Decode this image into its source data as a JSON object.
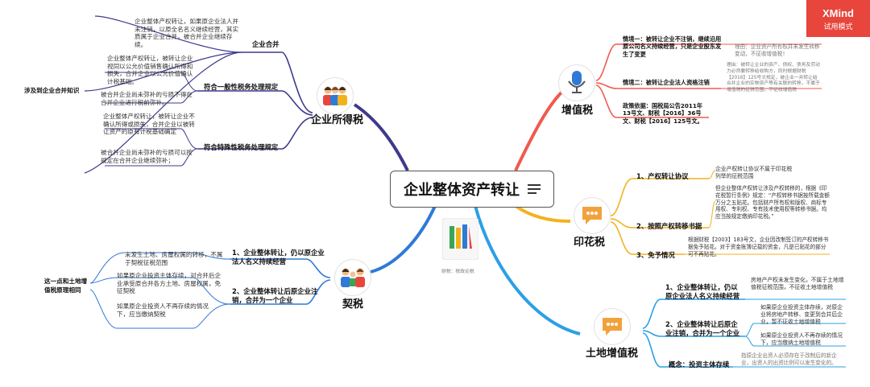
{
  "central": {
    "title": "企业整体资产转让"
  },
  "badge": {
    "brand": "XMind",
    "mode": "试用模式"
  },
  "corp_income_tax": {
    "title": "企业所得税",
    "root_label": "涉及到企业合并知识",
    "merger": {
      "label": "企业合并",
      "note": "企业整体产权转让，如果原企业法人并未注销，以原全名名义继续经营，其实质属于企业合并，被合并企业继续存续。"
    },
    "general": {
      "label": "符合一般性税务处理规定",
      "note1": "企业整体产权转让，被转让企业视同以公允价值销售确认所得和损失，合并企业以公允价值确认计税基础。",
      "note2": "被合并企业尚未弥补的亏损不得在合并企业进行税前弥补。"
    },
    "special": {
      "label": "符合特殊性税务处理规定",
      "note1": "企业整体产权转让，被转让企业不确认所得或损失，合并企业以被转让资产的原有计税基础确定",
      "note2": "被合并企业尚未弥补的亏损可以按规定在合并企业继续弥补；"
    }
  },
  "deed_tax": {
    "title": "契税",
    "root_label": "这一点和土地增值税原理相同",
    "case1": {
      "label": "1、企业整体转让，仍以原企业法人名义持续经营",
      "note": "未发生土地、房屋权属的转移，不属于契税征税范围"
    },
    "case2": {
      "label": "2、企业整体转让后原企业注销，合并为一个企业",
      "note1": "如果原企业投资主体存续，对合并后企业承受原合并各方土地、房屋权属，免征契税",
      "note2": "如果原企业投资人不再存续的情况下，应当缴纳契税"
    }
  },
  "vat": {
    "title": "增值税",
    "situation1": {
      "label": "情境一：被转让企业不注销，继续沿用原公司名义持续经营，只是企业股东发生了变更",
      "note": "理由：企业资产所有权并未发生转移变动，不征收增值税！"
    },
    "situation2": {
      "label": "情境二：被转让企业法人资格注销",
      "note": "理由：被转让企业的资产、债权、债务及劳动力必然要转移给收购方，同时根据财税【2016】125号文规定，被企业一并转让给合并企业的实物资产等有关联的转移，不属于增值税的征税范围，不征收增值税"
    },
    "policy": {
      "label": "政策依据：国税局公告2011年13号文、财税【2016】36号文、财税【2016】125号文。"
    }
  },
  "stamp_tax": {
    "title": "印花税",
    "item1": {
      "label": "1、产权转让协议",
      "note": "企业产权转让协议不属于印花税列举的征税范围"
    },
    "item2": {
      "label": "2、按照产权转移书据",
      "note": "但企业整体产权转让涉及产权转移的，根据《印花税暂行条例》规定：“产权转移书据按所载金额万分之五贴花。包括财产所有权和版权、商标专用权、专利权、专有技术使用权等转移书据。均应当按规定缴纳印花税。”"
    },
    "item3": {
      "label": "3、免予情况",
      "note": "根据财税【2003】183号文，企业因改制签订的产权转移书据免予贴花。对于资金账簿记载的资金，凡是已贴花的部分可不再贴花。"
    }
  },
  "land_vat": {
    "title": "土地增值税",
    "case1": {
      "label": "1、企业整体转让，仍以原企业法人名义持续经营",
      "note": "房地产产权未发生变化，不属于土地增值税征税范围，不征收土地增值税"
    },
    "case2": {
      "label": "2、企业整体转让后原企业注销，合并为一个企业",
      "note1": "如果原企业投资主体存续，对原企业将房地产转移、变更到合并后企业，暂不征收土地增值税",
      "note2": "如果原企业投资人不再存续的情况下，应当缴纳土地增值税"
    },
    "concept": {
      "label": "概念：投资主体存续",
      "note": "指原企业出资人必须存在于改制后的新企业，出资人的出资比例可以发生变化的。"
    }
  },
  "image_caption": "财税：税政论税",
  "colors": {
    "corp": "#3d3a8c",
    "deed": "#2f7ad6",
    "vat": "#f05a4e",
    "stamp": "#f2b21c",
    "land": "#2aa0e6",
    "badge": "#e8453c"
  }
}
